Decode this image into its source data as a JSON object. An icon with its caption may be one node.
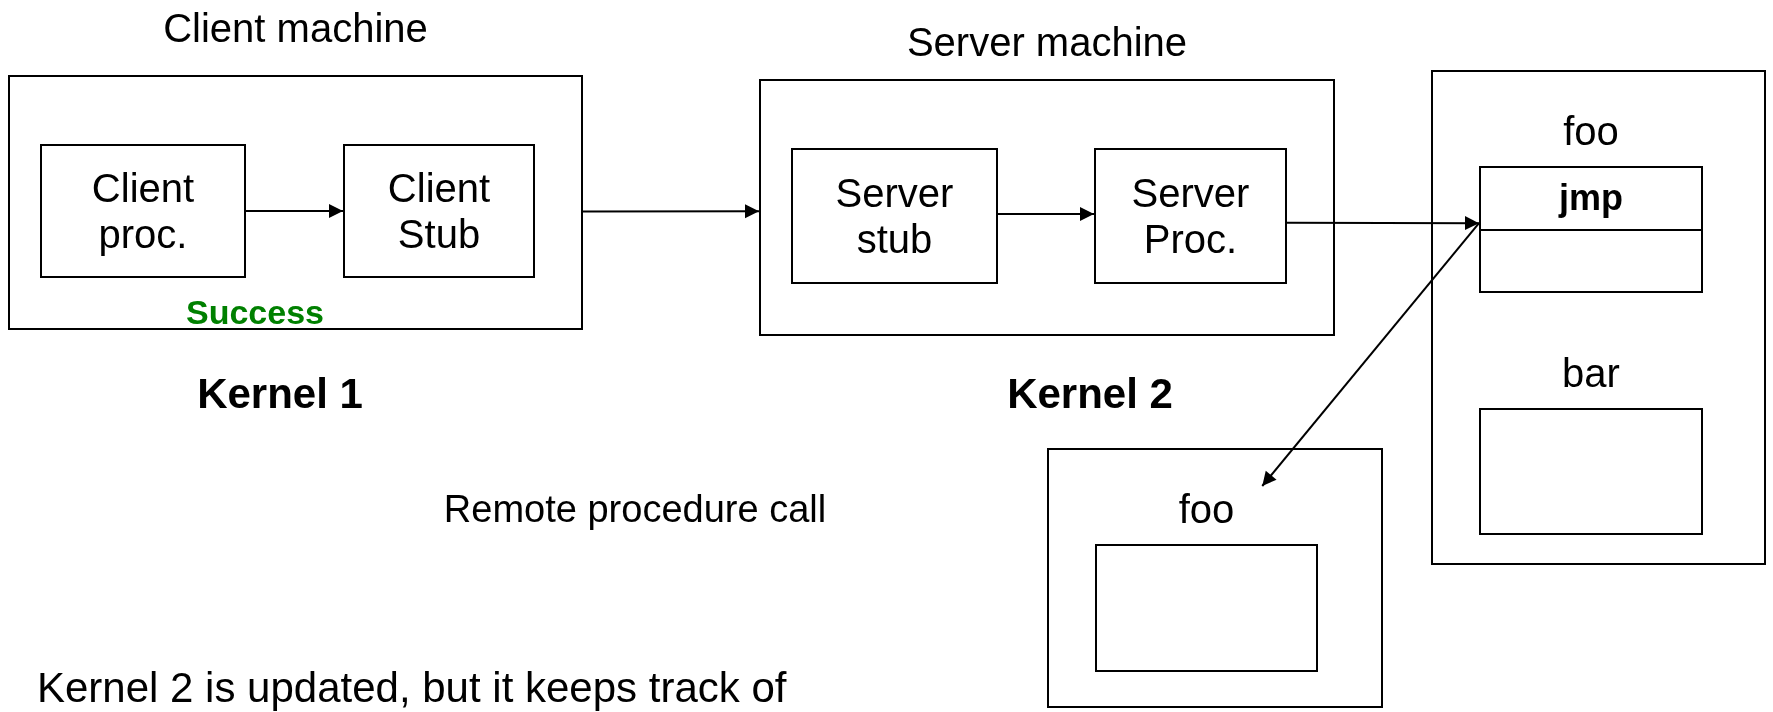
{
  "diagram": {
    "nodes": [
      {
        "text": [
          "Client machine"
        ]
      },
      {
        "text": [
          "Client proc."
        ],
        "in": 0
      },
      {
        "text": [
          "Client Stub"
        ],
        "in": 0
      },
      {
        "text": [
          "Server machine"
        ]
      },
      {
        "text": [
          "Server stub"
        ],
        "in": 3
      },
      {
        "text": [
          "Server Proc."
        ],
        "in": 3
      },
      {
        "text": [],
        "shape": "box"
      },
      {
        "text": [
          "foo",
          "jmp"
        ],
        "in": 6
      },
      {
        "text": [
          "bar"
        ],
        "in": 6
      },
      {
        "text": [],
        "shape": "box"
      },
      {
        "text": [
          "foo"
        ],
        "in": 9
      }
    ],
    "edges": [
      {
        "from": 1,
        "to": 2,
        "arrow": "to"
      },
      {
        "from": 0,
        "to": 3,
        "arrow": "to"
      },
      {
        "from": 4,
        "to": 5,
        "arrow": "to"
      },
      {
        "from": 5,
        "to": 7,
        "arrow": "to"
      },
      {
        "from": 7,
        "to": 10,
        "arrow": "to"
      }
    ],
    "labels": [
      "Success",
      "Kernel 1",
      "Kernel 2",
      "Remote procedure call",
      "Kernel 2 is updated, but it keeps track of"
    ]
  }
}
